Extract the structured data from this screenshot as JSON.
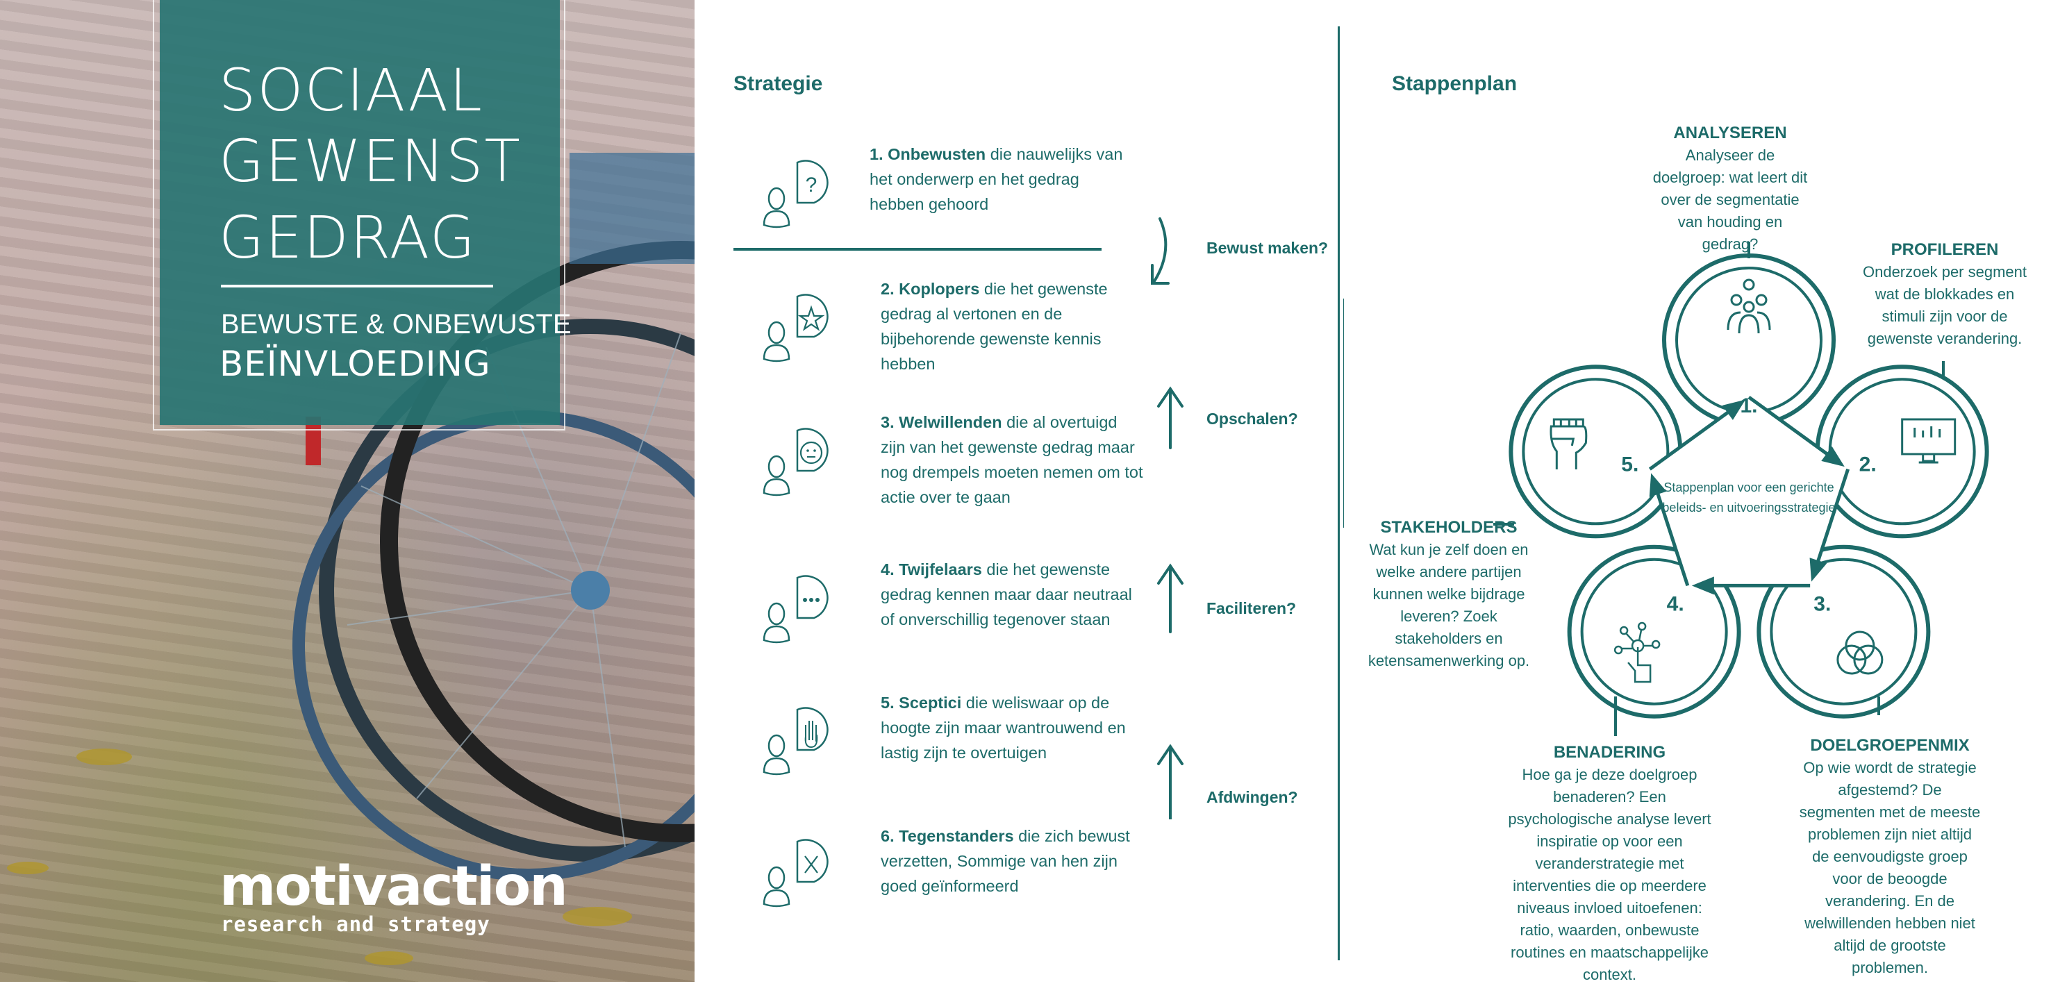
{
  "cover": {
    "title_lines": [
      "SOCIAAL",
      "GEWENST",
      "GEDRAG"
    ],
    "subtitle_1": "BEWUSTE & ONBEWUSTE",
    "subtitle_2": "BEÏNVLOEDING",
    "logo": {
      "name": "motivaction",
      "tagline": "research and strategy"
    }
  },
  "strategie": {
    "title": "Strategie",
    "items": [
      {
        "num": "1.",
        "name": "Onbewusten",
        "text": "die nauwelijks van het onderwerp en het gedrag hebben gehoord",
        "icon": "question-icon"
      },
      {
        "num": "2.",
        "name": "Koplopers",
        "text": "die het gewenste gedrag al vertonen en de bijbehorende gewenste kennis hebben",
        "icon": "star-icon"
      },
      {
        "num": "3.",
        "name": "Welwillenden",
        "text": "die al overtuigd zijn van het gewenste gedrag maar nog drempels moeten nemen om tot actie over te gaan",
        "icon": "neutral-face-icon"
      },
      {
        "num": "4.",
        "name": "Twijfelaars",
        "text": "die het gewenste gedrag kennen maar daar neutraal of onverschillig tegenover staan",
        "icon": "ellipsis-icon"
      },
      {
        "num": "5.",
        "name": "Sceptici",
        "text": "die weliswaar op de hoogte zijn maar wantrouwend en lastig zijn te overtuigen",
        "icon": "hand-stop-icon"
      },
      {
        "num": "6.",
        "name": "Tegenstanders",
        "text": "die zich bewust verzetten, Sommige van hen zijn goed geïnformeerd",
        "icon": "x-icon"
      }
    ],
    "actions": [
      "Bewust maken?",
      "Opschalen?",
      "Faciliteren?",
      "Afdwingen?"
    ]
  },
  "stappenplan": {
    "title": "Stappenplan",
    "center_text": "Stappenplan voor een gerichte beleids- en uitvoeringsstrategie",
    "steps": [
      {
        "num": "1.",
        "title": "ANALYSEREN",
        "text": "Analyseer de doelgroep: wat leert dit over de segmentatie van houding en gedrag?",
        "icon": "network-people-icon"
      },
      {
        "num": "2.",
        "title": "PROFILEREN",
        "text": "Onderzoek per segment wat de blokkades en stimuli zijn voor de gewenste verandering.",
        "icon": "monitor-chart-icon"
      },
      {
        "num": "3.",
        "title": "DOELGROEPENMIX",
        "text": "Op wie wordt de strategie afgestemd? De segmenten met de meeste problemen zijn niet altijd de eenvoudigste groep voor de beoogde verandering. En de welwillenden hebben niet altijd de grootste problemen.",
        "icon": "venn-icon"
      },
      {
        "num": "4.",
        "title": "BENADERING",
        "text": "Hoe ga je deze doelgroep benaderen? Een psychologische analyse levert inspiratie op voor een veranderstrategie met interventies die op meerdere niveaus invloed uitoefenen: ratio, waarden, onbewuste routines en maatschappelijke context.",
        "icon": "hand-network-icon"
      },
      {
        "num": "5.",
        "title": "STAKEHOLDERS",
        "text": "Wat kun je zelf doen en welke andere partijen kunnen welke bijdrage leveren? Zoek stakeholders en ketensamenwerking op.",
        "icon": "fist-icon"
      }
    ]
  },
  "colors": {
    "teal": "#1d6b69",
    "cover_box": "#28746f"
  }
}
